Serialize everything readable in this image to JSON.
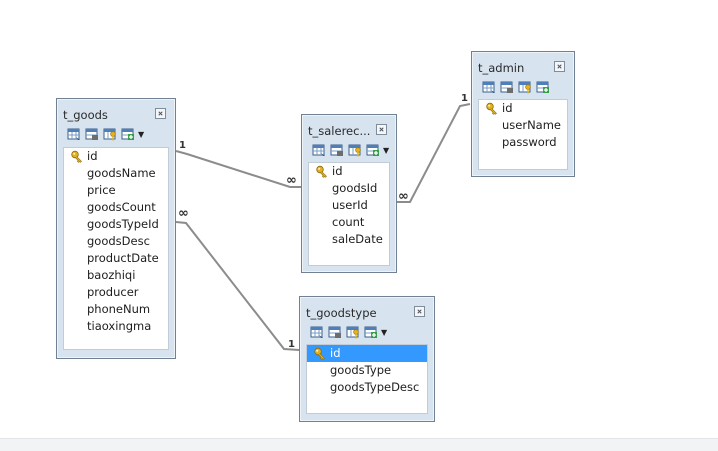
{
  "entities": {
    "goods": {
      "title": "t_goods",
      "fields": [
        "id",
        "goodsName",
        "price",
        "goodsCount",
        "goodsTypeId",
        "goodsDesc",
        "productDate",
        "baozhiqi",
        "producer",
        "phoneNum",
        "tiaoxingma"
      ],
      "primary_key": "id"
    },
    "salerecord": {
      "title": "t_salerec...",
      "fields": [
        "id",
        "goodsId",
        "userId",
        "count",
        "saleDate"
      ],
      "primary_key": "id"
    },
    "admin": {
      "title": "t_admin",
      "fields": [
        "id",
        "userName",
        "password"
      ],
      "primary_key": "id"
    },
    "goodstype": {
      "title": "t_goodstype",
      "fields": [
        "id",
        "goodsType",
        "goodsTypeDesc"
      ],
      "primary_key": "id",
      "selected_field": "id"
    }
  },
  "relations": [
    {
      "from": "goods",
      "to": "salerecord",
      "from_card": "1",
      "to_card": "∞"
    },
    {
      "from": "admin",
      "to": "salerecord",
      "from_card": "1",
      "to_card": "∞"
    },
    {
      "from": "goodstype",
      "to": "goods",
      "from_card": "1",
      "to_card": "∞"
    }
  ],
  "icons": {
    "toolbar": [
      "table-grid-icon",
      "table-edit-icon",
      "table-key-icon",
      "table-add-icon"
    ],
    "field_key": "primary-key-icon",
    "close": "close-icon"
  },
  "colors": {
    "panel": "#d7e3ef",
    "border": "#6f8193",
    "selection": "#3399ff",
    "link": "#8a8a8a",
    "key": "#d4a017"
  }
}
